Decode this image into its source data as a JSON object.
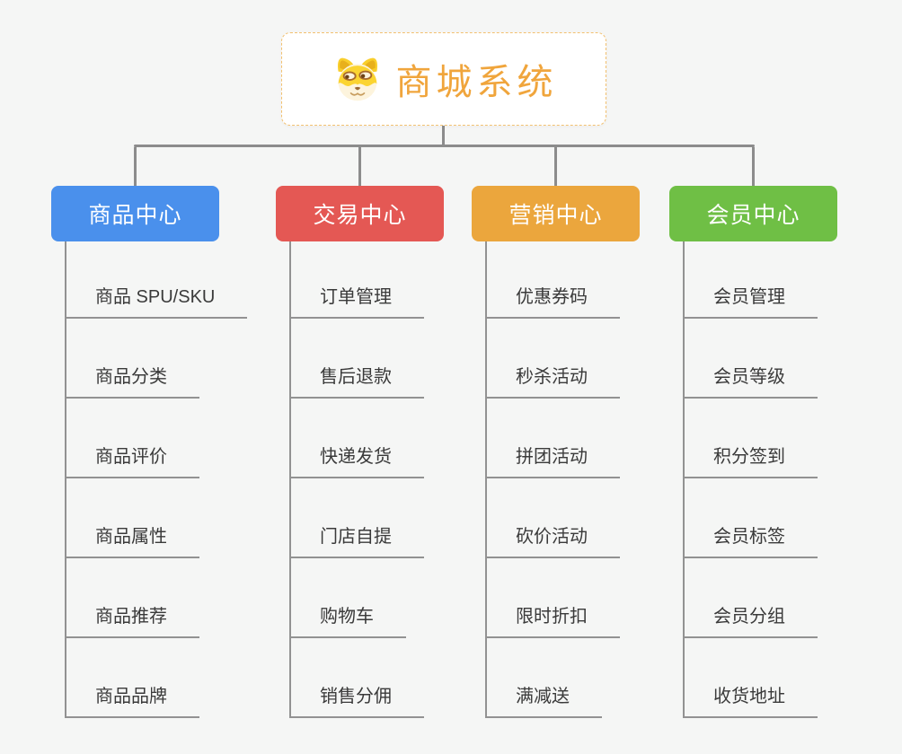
{
  "root": {
    "title": "商城系统",
    "logo_icon": "doge-face-icon",
    "title_color": "#f0a53c",
    "border_color": "#f2c170"
  },
  "branches": [
    {
      "label": "商品中心",
      "color": "#4a90ec",
      "items": [
        "商品 SPU/SKU",
        "商品分类",
        "商品评价",
        "商品属性",
        "商品推荐",
        "商品品牌"
      ]
    },
    {
      "label": "交易中心",
      "color": "#e45854",
      "items": [
        "订单管理",
        "售后退款",
        "快递发货",
        "门店自提",
        "购物车",
        "销售分佣"
      ]
    },
    {
      "label": "营销中心",
      "color": "#eba63d",
      "items": [
        "优惠券码",
        "秒杀活动",
        "拼团活动",
        "砍价活动",
        "限时折扣",
        "满减送"
      ]
    },
    {
      "label": "会员中心",
      "color": "#6fbf45",
      "items": [
        "会员管理",
        "会员等级",
        "积分签到",
        "会员标签",
        "会员分组",
        "收货地址"
      ]
    }
  ],
  "connector_color": "#8c8c8c",
  "background_color": "#f5f6f5",
  "item_text_color": "#3a3a3a"
}
